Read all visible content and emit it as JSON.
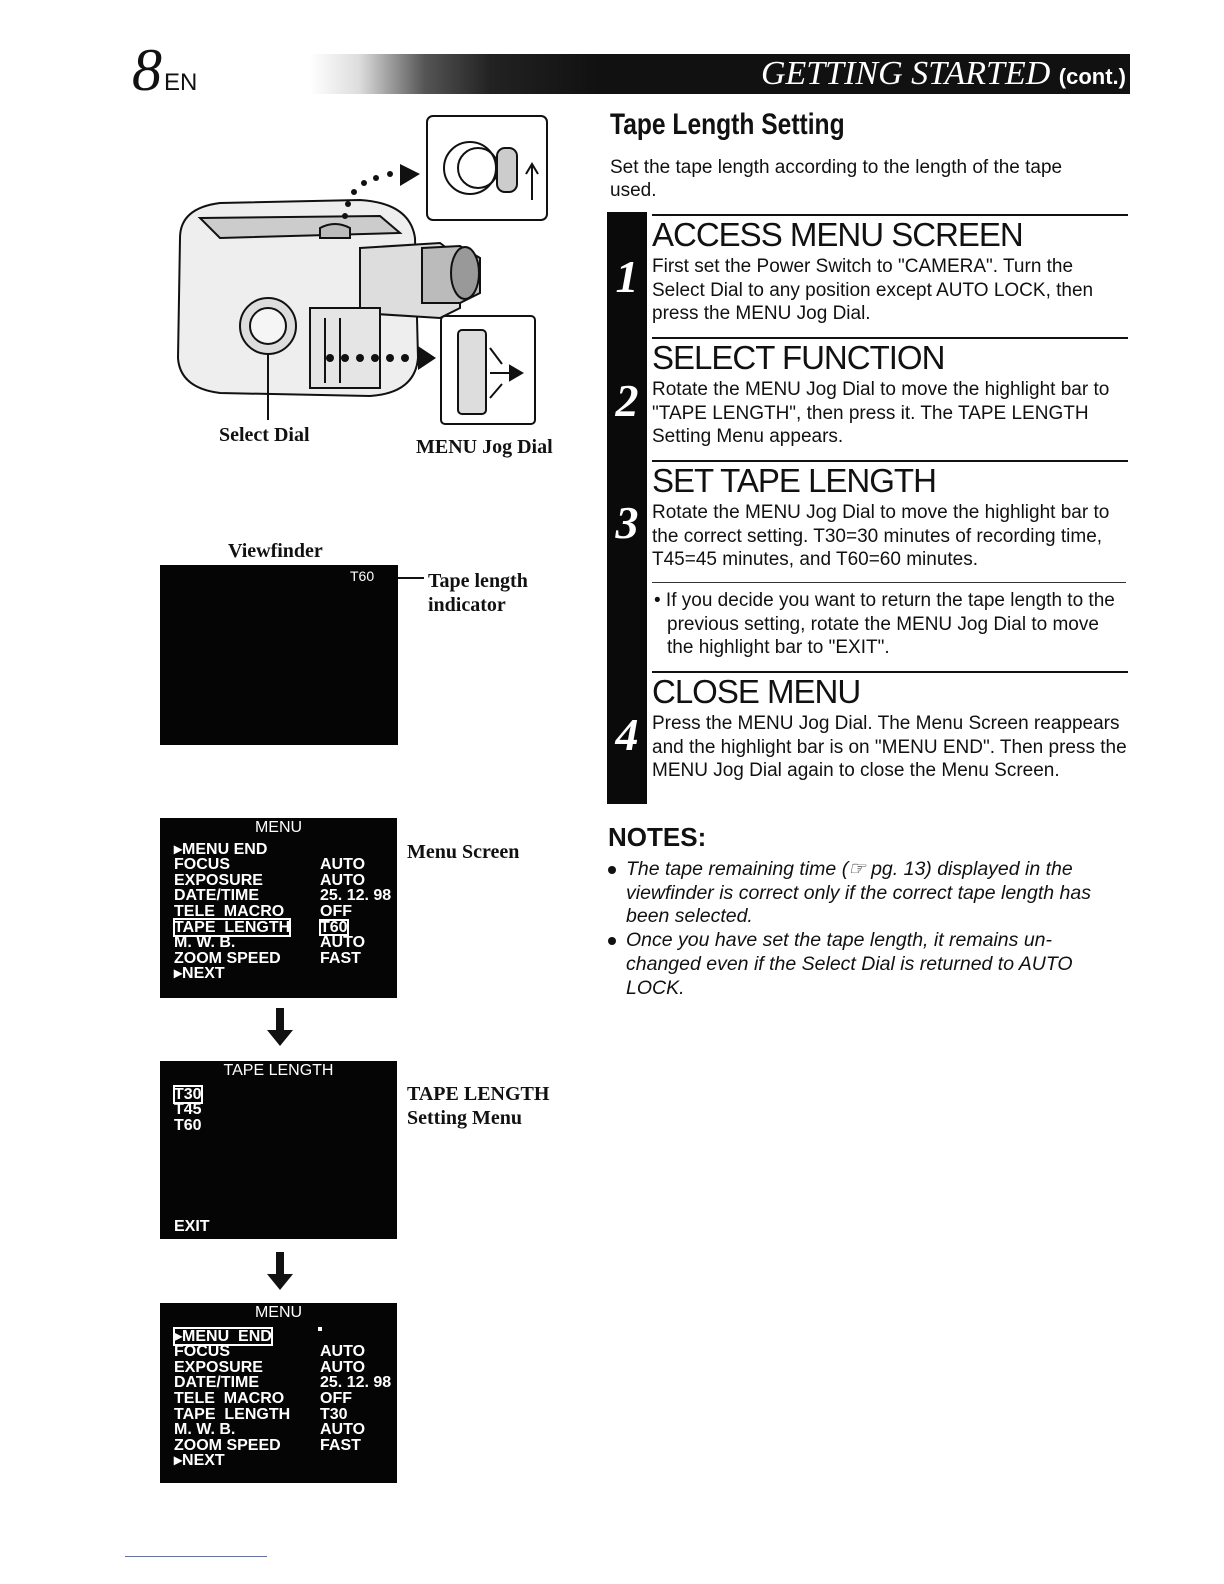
{
  "header": {
    "page_number": "8",
    "language": "EN",
    "section_title": "GETTING STARTED",
    "section_suffix": "(cont.)"
  },
  "figure": {
    "select_dial_label": "Select Dial",
    "menu_jog_label": "MENU Jog Dial",
    "viewfinder_label": "Viewfinder",
    "viewfinder_indicator": "T60",
    "tape_length_callout_line1": "Tape length",
    "tape_length_callout_line2": "indicator"
  },
  "menu_screen": {
    "caption": "Menu Screen",
    "title": "MENU",
    "items": [
      {
        "label": "▸MENU END",
        "value": ""
      },
      {
        "label": "FOCUS",
        "value": "AUTO"
      },
      {
        "label": "EXPOSURE",
        "value": "AUTO"
      },
      {
        "label": "DATE/TIME",
        "value": "25. 12. 98"
      },
      {
        "label": "TELE  MACRO",
        "value": "OFF"
      },
      {
        "label": "TAPE  LENGTH",
        "value": "T60"
      },
      {
        "label": "M. W. B.",
        "value": "AUTO"
      },
      {
        "label": "ZOOM SPEED",
        "value": "FAST"
      },
      {
        "label": "▸NEXT",
        "value": ""
      }
    ]
  },
  "tape_length_menu": {
    "caption_line1": "TAPE LENGTH",
    "caption_line2": "Setting Menu",
    "title": "TAPE LENGTH",
    "options": [
      "T30",
      "T45",
      "T60"
    ],
    "exit": "EXIT"
  },
  "menu_screen_final": {
    "title": "MENU",
    "items": [
      {
        "label": "▸MENU  END",
        "value": ""
      },
      {
        "label": "FOCUS",
        "value": "AUTO"
      },
      {
        "label": "EXPOSURE",
        "value": "AUTO"
      },
      {
        "label": "DATE/TIME",
        "value": "25. 12. 98"
      },
      {
        "label": "TELE  MACRO",
        "value": "OFF"
      },
      {
        "label": "TAPE  LENGTH",
        "value": "T30"
      },
      {
        "label": "M. W. B.",
        "value": "AUTO"
      },
      {
        "label": "ZOOM SPEED",
        "value": "FAST"
      },
      {
        "label": "▸NEXT",
        "value": ""
      }
    ]
  },
  "main": {
    "title": "Tape Length Setting",
    "intro": "Set the tape length according to the length of the tape used.",
    "steps": [
      {
        "number": "1",
        "heading": "ACCESS MENU SCREEN",
        "body": "First set the Power Switch to \"CAMERA\". Turn the Select Dial to any position except AUTO LOCK, then press the MENU Jog Dial."
      },
      {
        "number": "2",
        "heading": "SELECT FUNCTION",
        "body": "Rotate the MENU Jog Dial to move the highlight bar to \"TAPE LENGTH\", then press it. The TAPE LENGTH Setting Menu appears."
      },
      {
        "number": "3",
        "heading": "SET TAPE LENGTH",
        "body": "Rotate the MENU Jog Dial to move the highlight bar to the correct setting. T30=30 minutes of recording time, T45=45 minutes, and T60=60 minutes.",
        "bullet": "• If  you decide you want to return the tape length to the previous setting, rotate the MENU Jog Dial to move the highlight bar to \"EXIT\"."
      },
      {
        "number": "4",
        "heading": "CLOSE MENU",
        "body": "Press the MENU Jog Dial. The Menu Screen reappears and the highlight bar is on \"MENU END\". Then press the MENU Jog Dial again to close the Menu Screen."
      }
    ]
  },
  "notes": {
    "title": "NOTES:",
    "items": [
      "The tape remaining time (☞ pg. 13) displayed in the viewfinder is correct only if the correct tape length has been selected.",
      "Once you have set the tape length, it remains un-changed even if the Select Dial is returned to AUTO LOCK."
    ]
  }
}
